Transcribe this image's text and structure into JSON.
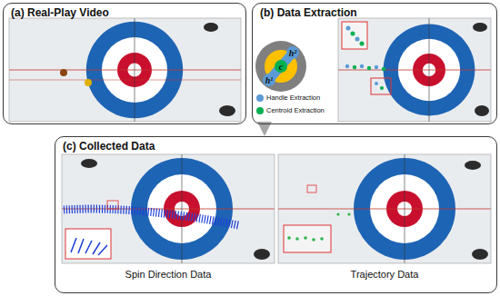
{
  "diagram": {
    "nodes": [
      {
        "text": [
          "(a) Real-Play Video"
        ]
      },
      {
        "text": [
          "(b) Data Extraction"
        ]
      },
      {
        "text": [
          "(c) Collected Data"
        ]
      }
    ],
    "edges": [
      {
        "from": 1,
        "to": 2,
        "arrow": "to"
      }
    ],
    "labels": [
      "h¹",
      "h²",
      "c",
      "Spin Direction Data",
      "Trajectory Data"
    ],
    "legend": [
      {
        "text": "Handle Extraction",
        "color": "#5b9bd5"
      },
      {
        "text": "Centroid Extraction",
        "color": "#00b050"
      }
    ]
  }
}
